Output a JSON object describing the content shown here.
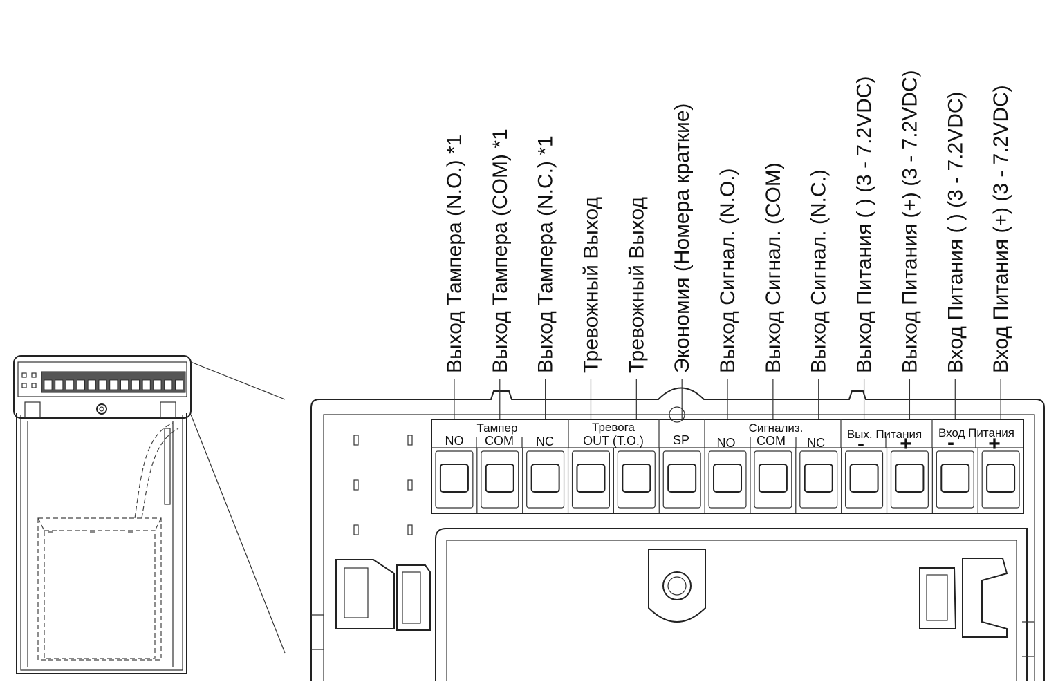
{
  "terminal_labels": [
    "Выход Тампера (N.O.) *1",
    "Выход Тампера (COM) *1",
    "Выход Тампера (N.C.) *1",
    "Тревожный Выход",
    "Тревожный Выход",
    "Экономия (Номера краткие)",
    "Выход Сигнал. (N.O.)",
    "Выход Сигнал. (COM)",
    "Выход Сигнал. (N.C.)",
    "Выход Питания ( ) (3 - 7.2VDC)",
    "Выход Питания (+) (3 - 7.2VDC)",
    "Вход Питания ( ) (3 - 7.2VDC)",
    "Вход Питания (+) (3 - 7.2VDC)"
  ],
  "groups": [
    {
      "label": "Тампер",
      "pins": [
        "NO",
        "COM",
        "NC"
      ]
    },
    {
      "label": "Тревога",
      "sublabel": "OUT (T.O.)"
    },
    {
      "label": "",
      "pins": [
        "SP"
      ]
    },
    {
      "label": "Сигнализ.",
      "pins": [
        "NO",
        "COM",
        "NC"
      ]
    },
    {
      "label": "Вых. Питания",
      "pins": [
        "-",
        "+"
      ]
    },
    {
      "label": "Вход Питания",
      "pins": [
        "-",
        "+"
      ]
    }
  ]
}
